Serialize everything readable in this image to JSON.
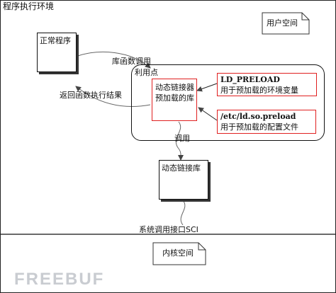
{
  "title": "程序执行环境",
  "user_space": "用户空间",
  "normal_program": "正常程序",
  "call_label": "库函数调用",
  "return_label": "返回函数执行结果",
  "exploit_point": "利用点",
  "dl_library": [
    "动态链接器",
    "预加载的库"
  ],
  "ld_preload": {
    "name": "LD_PRELOAD",
    "desc": "用于预加载的环境变量"
  },
  "etc_preload": {
    "name": "/etc/ld.so.preload",
    "desc": "用于预加载的配置文件"
  },
  "invoke_label": "调用",
  "dynamic_library": "动态链接库",
  "syscall_label": "系统调用接口SCI",
  "kernel_space": "内核空间",
  "watermark": "FREEBUF"
}
